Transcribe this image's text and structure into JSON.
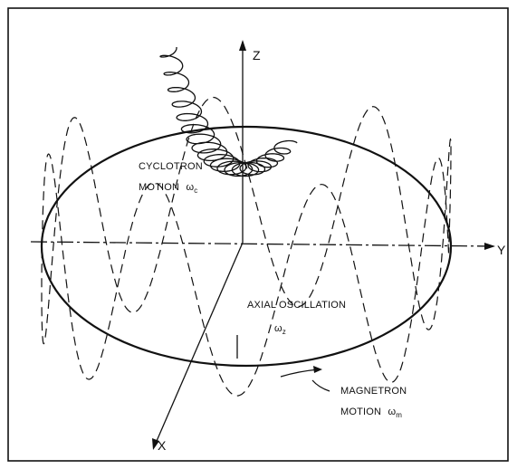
{
  "axes": {
    "z": "Z",
    "y": "Y",
    "x": "X"
  },
  "labels": {
    "cyclotron_line1": "CYCLOTRON",
    "cyclotron_line2": "MOTION",
    "cyclotron_symbol": "ω",
    "cyclotron_sub": "c",
    "axial_line1": "AXIAL OSCILLATION",
    "axial_symbol": "ω",
    "axial_sub": "z",
    "magnetron_line1": "MAGNETRON",
    "magnetron_line2": "MOTION",
    "magnetron_symbol": "ω",
    "magnetron_sub": "m"
  }
}
